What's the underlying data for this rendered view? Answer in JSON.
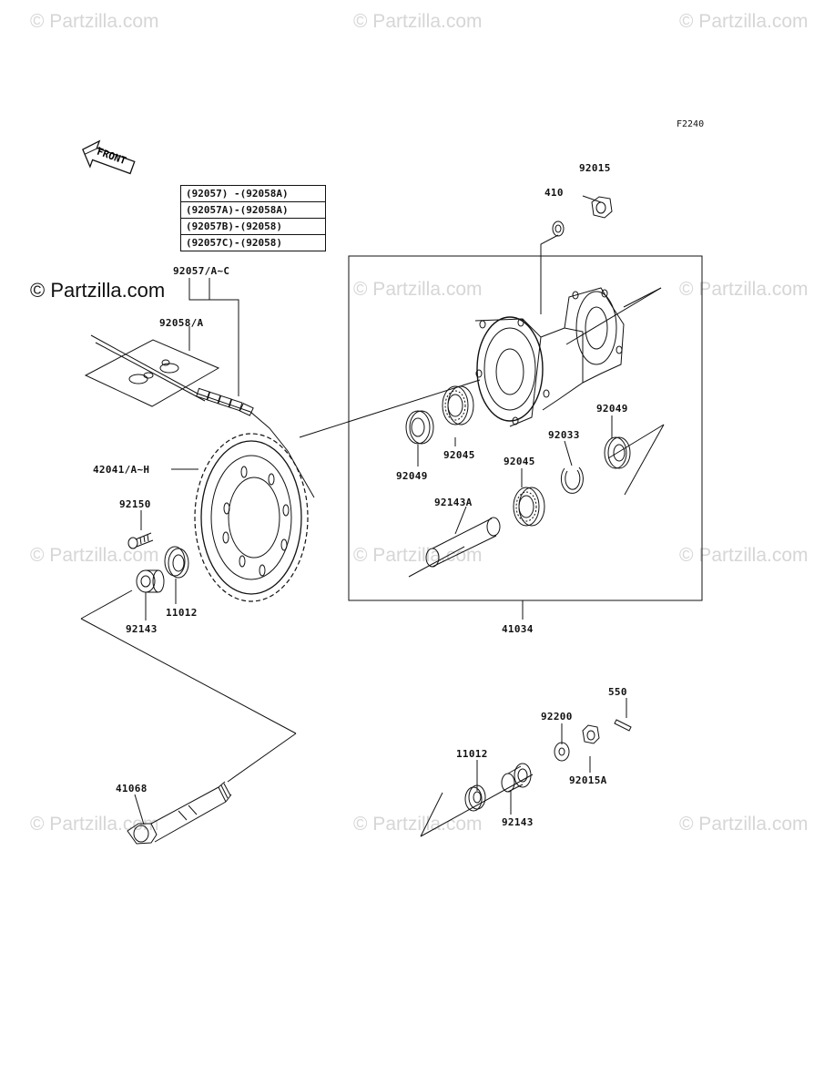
{
  "diagram_code": "F2240",
  "front_label": "FRONT",
  "watermarks": {
    "text": "© Partzilla.com",
    "strong_text": "© Partzilla.com"
  },
  "application_table": [
    "(92057) -(92058A)",
    "(92057A)-(92058A)",
    "(92057B)-(92058)",
    "(92057C)-(92058)"
  ],
  "part_labels": {
    "p92015_top": "92015",
    "p410": "410",
    "p92057": "92057/A~C",
    "p92058": "92058/A",
    "p42041": "42041/A~H",
    "p92150": "92150",
    "p11012_left": "11012",
    "p92143_left": "92143",
    "p41068": "41068",
    "p92049_left": "92049",
    "p92045_top": "92045",
    "p92045_mid": "92045",
    "p92033": "92033",
    "p92049_right": "92049",
    "p92143A": "92143A",
    "p41034": "41034",
    "p550": "550",
    "p92200": "92200",
    "p11012_right": "11012",
    "p92015A": "92015A",
    "p92143_right": "92143"
  }
}
